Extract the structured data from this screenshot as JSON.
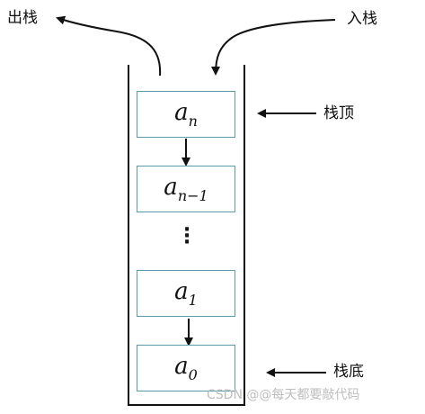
{
  "labels": {
    "pop": "出栈",
    "push": "入栈",
    "top": "栈顶",
    "bottom": "栈底"
  },
  "elements": [
    {
      "base": "a",
      "sub": "n"
    },
    {
      "base": "a",
      "sub": "n−1"
    },
    {
      "base": "a",
      "sub": "1"
    },
    {
      "base": "a",
      "sub": "0"
    }
  ],
  "ellipsis": "⋮",
  "watermark": "CSDN @@每天都要敲代码",
  "colors": {
    "box_border": "#5b9aa8",
    "line": "#111111"
  }
}
